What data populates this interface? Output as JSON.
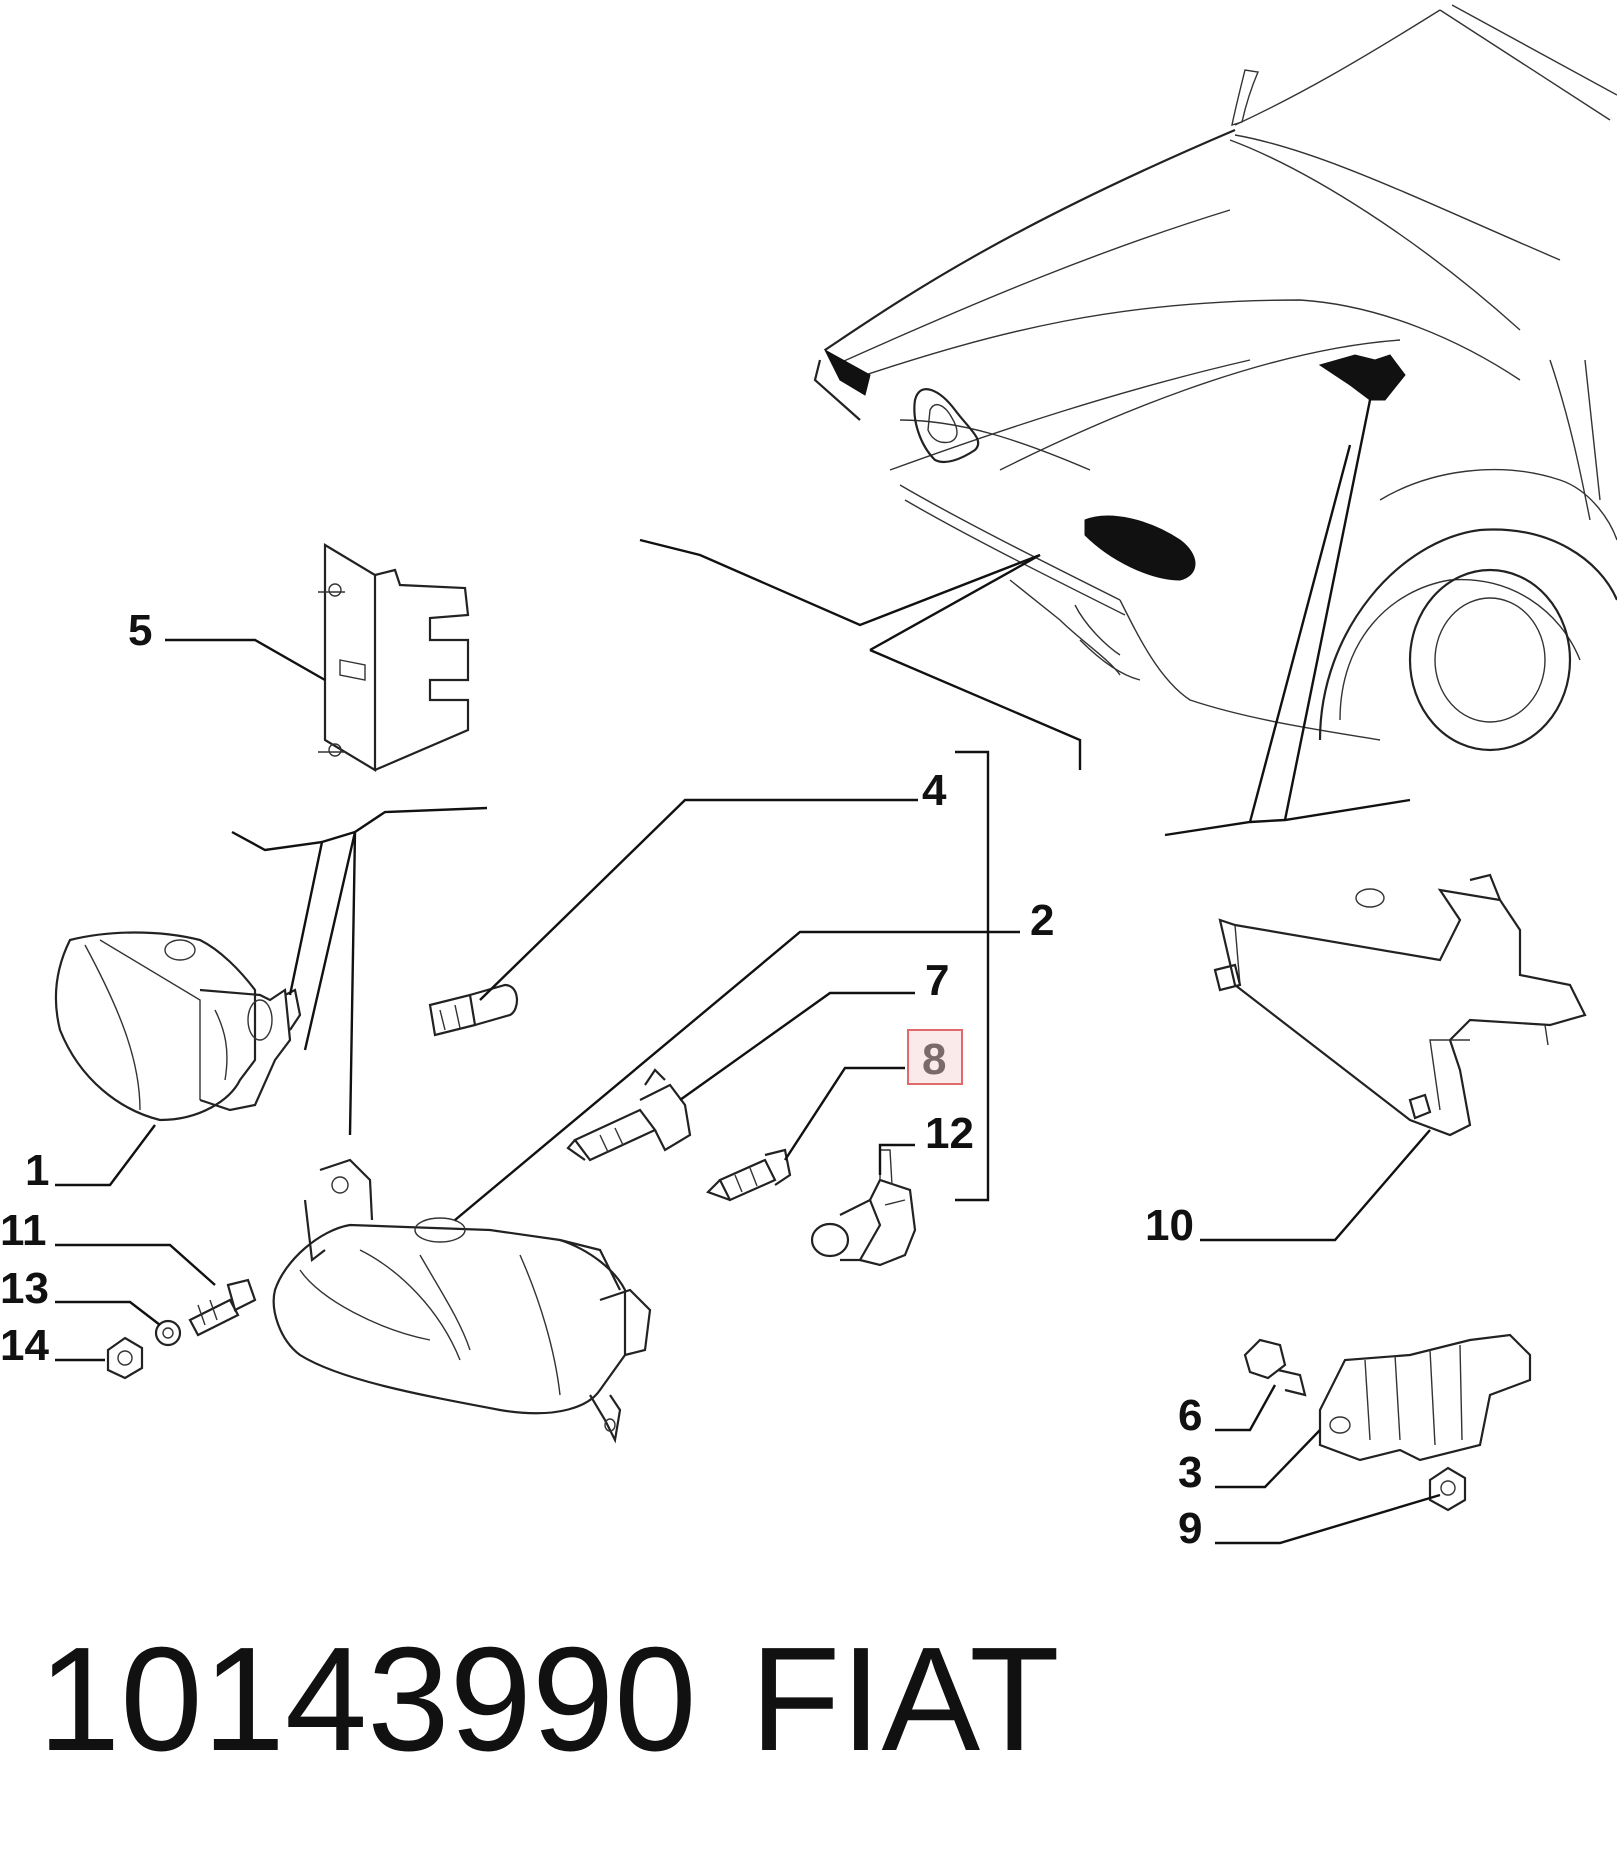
{
  "diagram": {
    "callouts": [
      "5",
      "4",
      "2",
      "7",
      "8",
      "12",
      "1",
      "11",
      "13",
      "14",
      "10",
      "6",
      "3",
      "9"
    ],
    "highlighted": "8",
    "colors": {
      "ink": "#111111",
      "highlight_border": "#e06a6a",
      "highlight_fill": "#fbeaea",
      "highlight_text": "#7a6a6a"
    }
  },
  "footer": {
    "part_number": "10143990",
    "brand": "FIAT"
  }
}
